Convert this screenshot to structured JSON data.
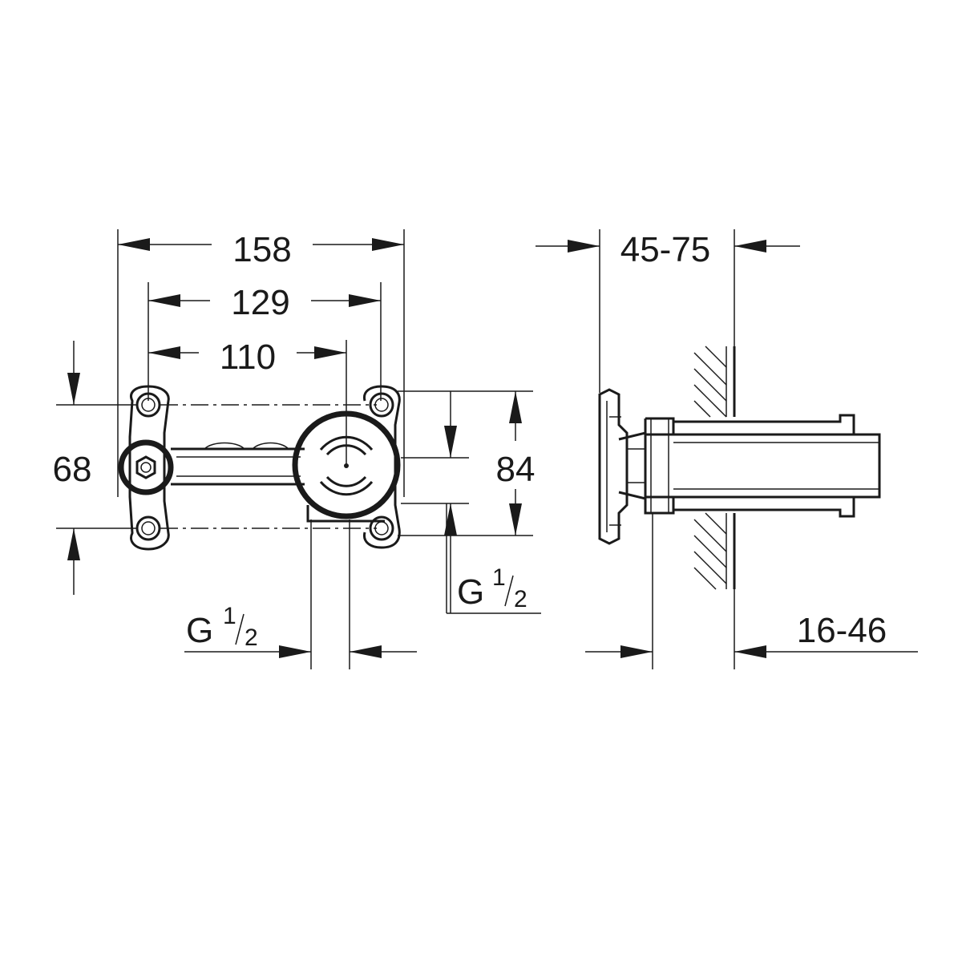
{
  "front_view": {
    "dim_overall_width": "158",
    "dim_outer_holes": "129",
    "dim_to_centre": "110",
    "dim_height_left": "68",
    "dim_height_right": "84",
    "thread_right": {
      "main": "G",
      "numerator": "1",
      "denominator": "2"
    },
    "thread_bottom": {
      "main": "G",
      "numerator": "1",
      "denominator": "2"
    }
  },
  "side_view": {
    "dim_wall_depth": "45-75",
    "dim_projection": "16-46"
  },
  "colors": {
    "line": "#1a1a1a",
    "background": "#ffffff"
  }
}
